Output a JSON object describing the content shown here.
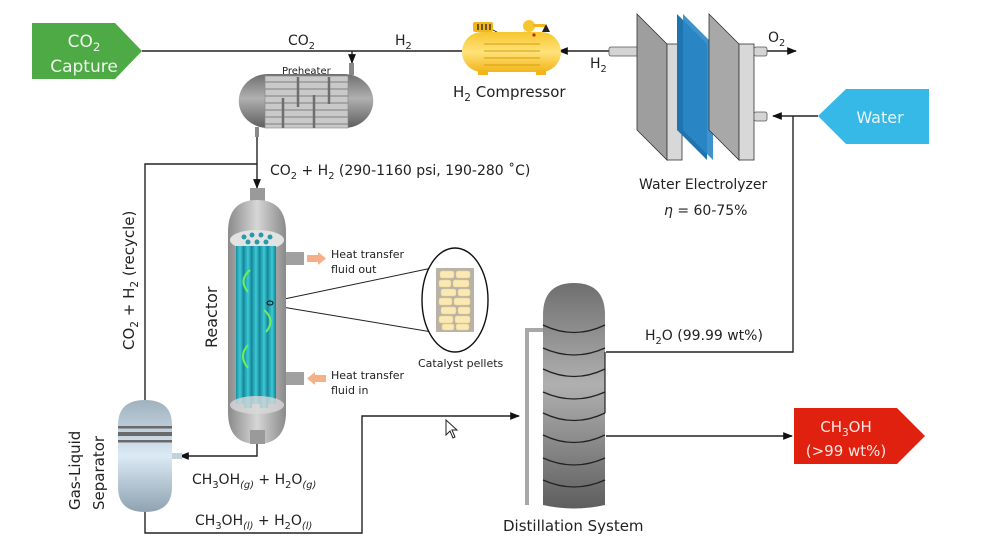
{
  "diagram": {
    "title": "CO2 to Methanol Process Flow",
    "nodes": {
      "co2_capture": {
        "line1": "CO",
        "line1_sub": "2",
        "line2": "Capture",
        "color": "#4daa44"
      },
      "water": {
        "label": "Water",
        "color": "#36b9e6"
      },
      "methanol_out": {
        "line1": "CH",
        "line1_sub": "3",
        "line1_tail": "OH",
        "line2": "(>99 wt%)",
        "color": "#e0210f"
      },
      "preheater": {
        "label": "Preheater"
      },
      "compressor": {
        "label": "H",
        "label_sub": "2",
        "label_tail": " Compressor"
      },
      "electrolyzer": {
        "label": "Water Electrolyzer",
        "eff_symbol": "η",
        "eff_value": " = 60-75%"
      },
      "reactor": {
        "label": "Reactor"
      },
      "separator": {
        "line1": "Gas-Liquid",
        "line2": "Separator"
      },
      "distillation": {
        "label": "Distillation System"
      },
      "catalyst": {
        "label": "Catalyst pellets"
      }
    },
    "streams": {
      "co2": {
        "a": "CO",
        "sub": "2"
      },
      "h2_top": {
        "a": "H",
        "sub": "2"
      },
      "h2_electrolyzer": {
        "a": "H",
        "sub": "2"
      },
      "o2": {
        "a": "O",
        "sub": "2"
      },
      "reactor_feed": {
        "a": "CO",
        "sub1": "2",
        "b": " + H",
        "sub2": "2",
        "c": " (290-1160 psi, 190-280 ˚C)"
      },
      "recycle": {
        "a": "CO",
        "sub1": "2",
        "b": " + H",
        "sub2": "2",
        "c": " (recycle)"
      },
      "gas_products": {
        "a": "CH",
        "sub1": "3",
        "b": "OH",
        "st1": "(g)",
        "c": " + H",
        "sub2": "2",
        "d": "O",
        "st2": "(g)"
      },
      "liquid_products": {
        "a": "CH",
        "sub1": "3",
        "b": "OH",
        "st1": "(l)",
        "c": " + H",
        "sub2": "2",
        "d": "O",
        "st2": "(l)"
      },
      "water_product": {
        "a": "H",
        "sub": "2",
        "b": "O (99.99 wt%)"
      },
      "heat_out": {
        "line1": "Heat transfer",
        "line2": "fluid out"
      },
      "heat_in": {
        "line1": "Heat transfer",
        "line2": "fluid in"
      }
    }
  }
}
